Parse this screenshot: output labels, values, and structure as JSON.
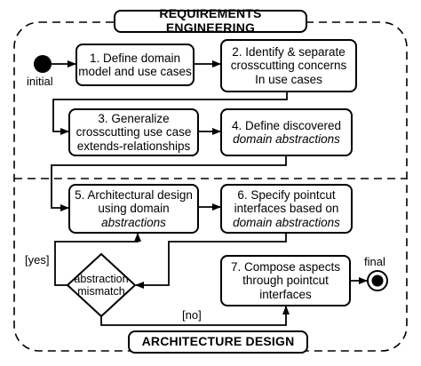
{
  "top_band": "REQUIREMENTS ENGINEERING",
  "bottom_band": "ARCHITECTURE DESIGN",
  "initial_label": "initial",
  "final_label": "final",
  "decision": {
    "line1": "abstraction",
    "line2": "mismatch"
  },
  "guard_yes": "[yes]",
  "guard_no": "[no]",
  "steps": [
    {
      "line1": "1. Define domain",
      "line2": "model and use cases"
    },
    {
      "line1": "2. Identify & separate",
      "line2": "crosscutting concerns",
      "line3": "In use cases"
    },
    {
      "line1": "3. Generalize",
      "line2": "crosscutting use case",
      "line3": "extends-relationships"
    },
    {
      "line1": "4. Define discovered",
      "line2": "domain abstractions"
    },
    {
      "line1": "5. Architectural design",
      "line2": "using domain",
      "line3": "abstractions"
    },
    {
      "line1": "6. Specify pointcut",
      "line2": "interfaces based on",
      "line3": "domain abstractions"
    },
    {
      "line1": "7. Compose aspects",
      "line2": "through pointcut",
      "line3": "interfaces"
    }
  ]
}
